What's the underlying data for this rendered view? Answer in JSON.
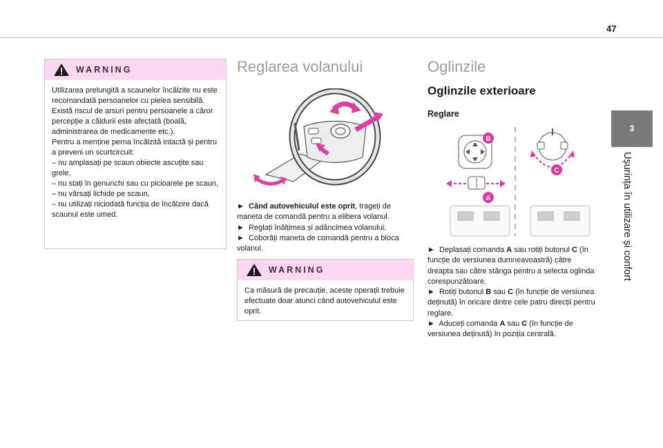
{
  "page_number": "47",
  "chapter_tab": "3",
  "chapter_title": "Ușurința în utilizare și confort",
  "warning1": {
    "label": "WARNING",
    "text": "Utilizarea prelungită a scaunelor încălzite nu este recomandată persoanelor cu pielea sensibilă.\nExistă riscul de arsuri pentru persoanele a căror percepție a căldurii este afectată (boală, administrarea de medicamente etc.).\nPentru a menține perna încălzită intactă și pentru a preveni un scurtcircuit:\n– nu amplasați pe scaun obiecte ascuțite sau grele,\n– nu stați în genunchi sau cu picioarele pe scaun,\n– nu vărsați lichide pe scaun,\n– nu utilizați niciodată funcția de încălzire dacă scaunul este umed."
  },
  "steering": {
    "title": "Reglarea volanului",
    "steps": [
      {
        "marker": "►",
        "bold": "Când autovehiculul este oprit",
        "text": ", trageți de maneta de comandă pentru a elibera volanul."
      },
      {
        "marker": "►",
        "bold": "",
        "text": "Reglați înălțimea și adâncimea volanului."
      },
      {
        "marker": "►",
        "bold": "",
        "text": "Coborâți maneta de comandă pentru a bloca volanul."
      }
    ],
    "warning": {
      "label": "WARNING",
      "text": "Ca măsură de precauție, aceste operații trebuie efectuate doar atunci când autovehiculul este oprit."
    }
  },
  "mirrors": {
    "title": "Oglinzile",
    "subtitle": "Oglinzile exterioare",
    "section": "Reglare",
    "labels": {
      "a": "A",
      "b": "B",
      "c": "C"
    },
    "step1": {
      "p1": "Deplasați comanda ",
      "a": "A",
      "p2": " sau rotiți butonul ",
      "c": "C",
      "p3": " (în funcție de versiunea dumneavoastră) către dreapta sau către stânga pentru a selecta oglinda corespunzătoare."
    },
    "step2": {
      "p1": "Rotiți butonul ",
      "b": "B",
      "p2": " sau ",
      "c": "C",
      "p3": " (în funcție de versiunea deținută) în oricare dintre cele patru direcții pentru reglare."
    },
    "step3": {
      "p1": "Aduceți comanda ",
      "a": "A",
      "p2": " sau ",
      "c": "C",
      "p3": " (în funcție de versiunea deținută) în poziția centrală."
    },
    "marker": "►"
  },
  "colors": {
    "warning_header": "#fbd7f1",
    "accent_magenta": "#d63aa0",
    "tab_gray": "#7a7a7a",
    "title_gray": "#9b9b9b"
  }
}
